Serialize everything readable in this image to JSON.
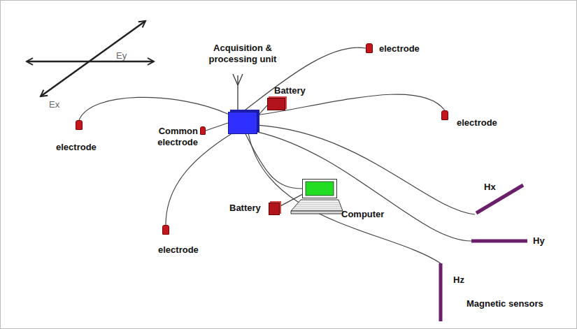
{
  "diagram": {
    "nodes": [
      {
        "text": [
          "Acquisition & processing unit"
        ]
      },
      {
        "text": [
          "electrode"
        ]
      },
      {
        "text": [
          "Battery"
        ]
      },
      {
        "text": [
          "electrode"
        ]
      },
      {
        "text": [
          "electrode"
        ]
      },
      {
        "text": [
          "Common electrode"
        ]
      },
      {
        "text": [
          "Computer"
        ]
      },
      {
        "text": [
          "Battery"
        ]
      },
      {
        "text": [
          "electrode"
        ]
      },
      {
        "text": [
          "Hx"
        ]
      },
      {
        "text": [
          "Hy"
        ]
      },
      {
        "text": [
          "Hz"
        ]
      }
    ],
    "edges": [
      {
        "from": 0,
        "to": 1,
        "arrow": "none"
      },
      {
        "from": 0,
        "to": 2,
        "arrow": "none"
      },
      {
        "from": 0,
        "to": 3,
        "arrow": "none"
      },
      {
        "from": 0,
        "to": 4,
        "arrow": "none"
      },
      {
        "from": 0,
        "to": 5,
        "arrow": "none"
      },
      {
        "from": 0,
        "to": 6,
        "arrow": "none"
      },
      {
        "from": 0,
        "to": 8,
        "arrow": "none"
      },
      {
        "from": 0,
        "to": 9,
        "arrow": "none"
      },
      {
        "from": 0,
        "to": 10,
        "arrow": "none"
      },
      {
        "from": 0,
        "to": 11,
        "arrow": "none"
      },
      {
        "from": 7,
        "to": 6,
        "arrow": "none"
      }
    ],
    "labels": [
      "Ey",
      "Ex",
      "Magnetic sensors"
    ]
  }
}
